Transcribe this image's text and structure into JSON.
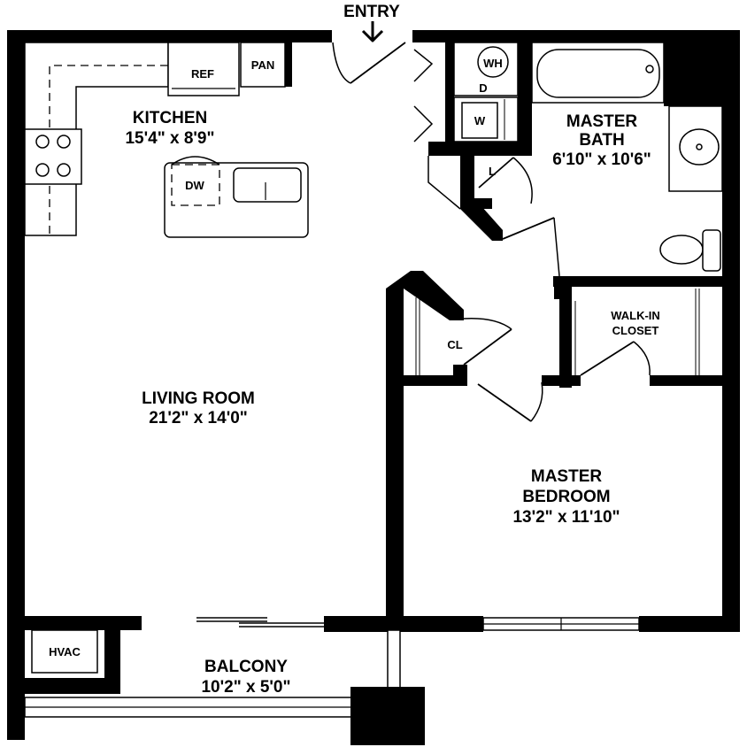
{
  "entry_label": "ENTRY",
  "rooms": {
    "kitchen": {
      "name": "KITCHEN",
      "size": "15'4\" x 8'9\""
    },
    "master_bath": {
      "name_line1": "MASTER",
      "name_line2": "BATH",
      "size": "6'10\" x 10'6\""
    },
    "living_room": {
      "name": "LIVING ROOM",
      "size": "21'2\" x 14'0\""
    },
    "master_bedroom": {
      "name_line1": "MASTER",
      "name_line2": "BEDROOM",
      "size": "13'2\" x 11'10\""
    },
    "walk_in_closet": {
      "name_line1": "WALK-IN",
      "name_line2": "CLOSET"
    },
    "balcony": {
      "name": "BALCONY",
      "size": "10'2\" x 5'0\""
    }
  },
  "fixtures": {
    "refrigerator": "REF",
    "pantry": "PAN",
    "dishwasher": "DW",
    "water_heater": "WH",
    "dryer": "D",
    "washer": "W",
    "linen_closet": "L",
    "closet": "CL",
    "hvac": "HVAC"
  },
  "colors": {
    "wall": "#000000",
    "background": "#ffffff"
  }
}
